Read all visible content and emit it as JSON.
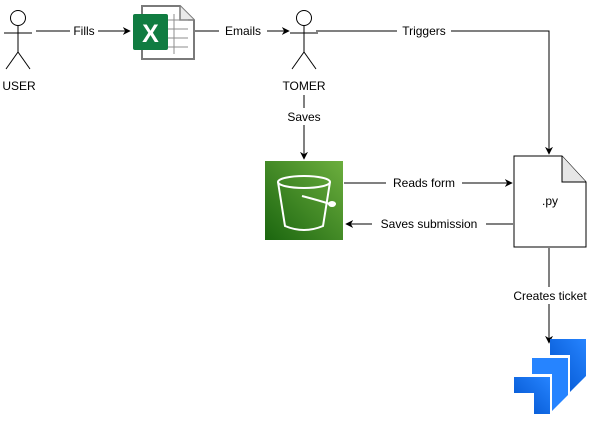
{
  "nodes": {
    "user": {
      "label": "USER"
    },
    "excel": {
      "icon": "excel-icon",
      "glyph": "X",
      "color": "#107C41"
    },
    "tomer": {
      "label": "TOMER"
    },
    "bucket": {
      "icon": "s3-bucket-icon",
      "color": "#3F8624"
    },
    "script": {
      "label": ".py"
    },
    "jira": {
      "icon": "jira-icon",
      "color": "#2684FF"
    }
  },
  "edges": {
    "fills": "Fills",
    "emails": "Emails",
    "triggers": "Triggers",
    "saves": "Saves",
    "reads_form": "Reads form",
    "saves_submission": "Saves submission",
    "creates_ticket": "Creates ticket"
  }
}
